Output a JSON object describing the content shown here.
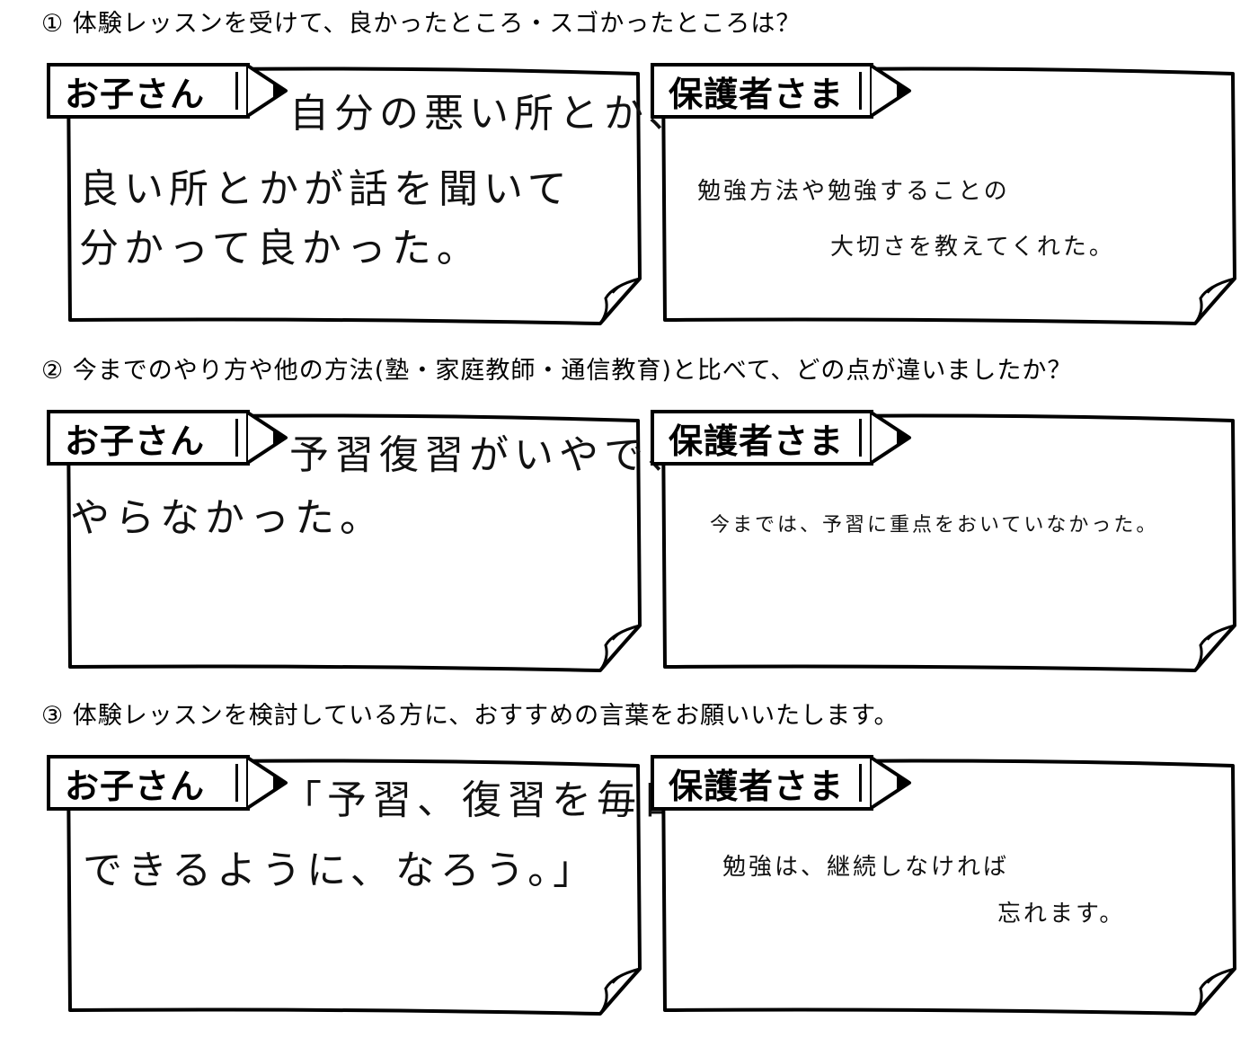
{
  "sections": [
    {
      "question": "① 体験レッスンを受けて、良かったところ・スゴかったところは？",
      "child": {
        "label": "お子さん",
        "lines": [
          "自分の悪い所とか、",
          "良い所とかが話を聞いて",
          "分かって良かった。"
        ]
      },
      "parent": {
        "label": "保護者さま",
        "lines": [
          "勉強方法や勉強することの",
          "大切さを教えてくれた。"
        ]
      }
    },
    {
      "question": "② 今までのやり方や他の方法(塾・家庭教師・通信教育)と比べて、どの点が違いましたか？",
      "child": {
        "label": "お子さん",
        "lines": [
          "予習復習がいやで、",
          "やらなかった。"
        ]
      },
      "parent": {
        "label": "保護者さま",
        "lines": [
          "今までは、予習に重点をおいていなかった。"
        ]
      }
    },
    {
      "question": "③ 体験レッスンを検討している方に、おすすめの言葉をお願いいたします。",
      "child": {
        "label": "お子さん",
        "lines": [
          "「予習、復習を毎日",
          "できるように、なろう。」"
        ]
      },
      "parent": {
        "label": "保護者さま",
        "lines": [
          "勉強は、継続しなければ",
          "忘れます。"
        ]
      }
    }
  ]
}
